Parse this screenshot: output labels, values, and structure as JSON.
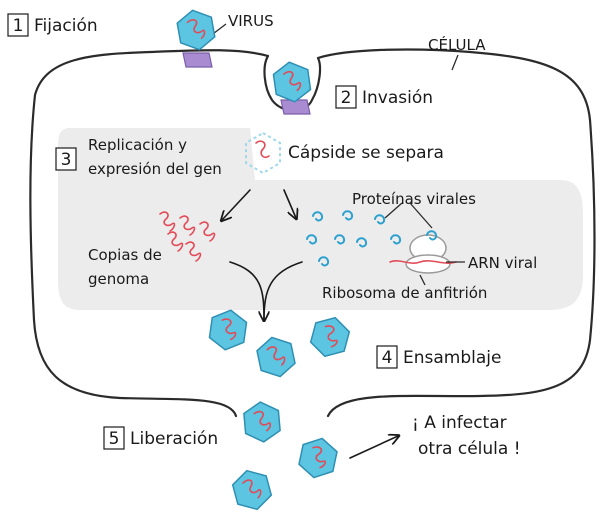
{
  "labels": {
    "virus": "VIRUS",
    "cell": "CÉLULA",
    "capsid": "Cápside se separa",
    "replication_line1": "Replicación y",
    "replication_line2": "expresión del gen",
    "viral_proteins": "Proteínas virales",
    "genome_line1": "Copias de",
    "genome_line2": "genoma",
    "viral_rna": "ARN viral",
    "ribosome": "Ribosoma de anfitrión",
    "infect_line1": "¡ A infectar",
    "infect_line2": "otra célula !"
  },
  "steps": [
    {
      "number": "1",
      "label": "Fijación"
    },
    {
      "number": "2",
      "label": "Invasión"
    },
    {
      "number": "3",
      "label": ""
    },
    {
      "number": "4",
      "label": "Ensamblaje"
    },
    {
      "number": "5",
      "label": "Liberación"
    }
  ],
  "colors": {
    "capsid": "#5cc5e2",
    "capsid_stroke": "#2f8fb3",
    "rna": "#e24a57",
    "receptor": "#a98bd1",
    "cytoplasm": "#ececec",
    "protein": "#2aa0cf"
  }
}
